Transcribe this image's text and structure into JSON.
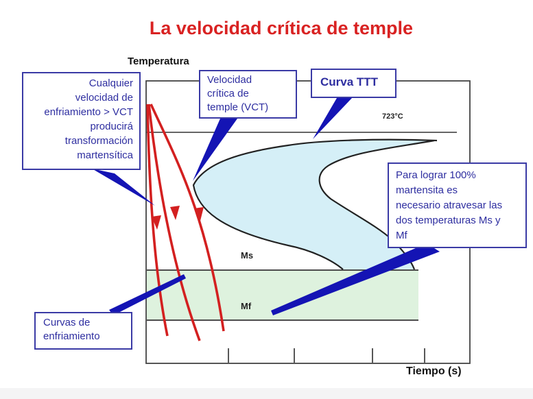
{
  "title": {
    "text": "La velocidad crítica de temple"
  },
  "axes": {
    "y_label": "Temperatura",
    "x_label": "Tiempo (s)"
  },
  "plot_labels": {
    "eutectoid_temp": "723°C",
    "ms": "Ms",
    "mf": "Mf"
  },
  "callouts": {
    "cualquier": {
      "text": "Cualquier\nvelocidad de\nenfriamiento > VCT\nproducirá\ntransformación\nmartensítica"
    },
    "vct": {
      "text": "Velocidad\ncrítica de\ntemple (VCT)"
    },
    "curva_ttt": {
      "text": "Curva TTT"
    },
    "para_lograr": {
      "text": "Para lograr 100%\nmartensita es\nnecesario atravesar las\ndos temperaturas Ms y\nMf"
    },
    "curvas_enfriamiento": {
      "text": "Curvas de\nenfriamiento"
    }
  },
  "colors": {
    "title-red": "#d92222",
    "curve-red": "#d32020",
    "callout-text-blue": "#2e2ea0",
    "callout-border-blue": "#3a3aa5",
    "pointer-blue": "#1414b4",
    "ttt-fill-cyan": "#d5eff7",
    "martensite-band-green": "#def2de",
    "diagram-line": "#333333"
  }
}
